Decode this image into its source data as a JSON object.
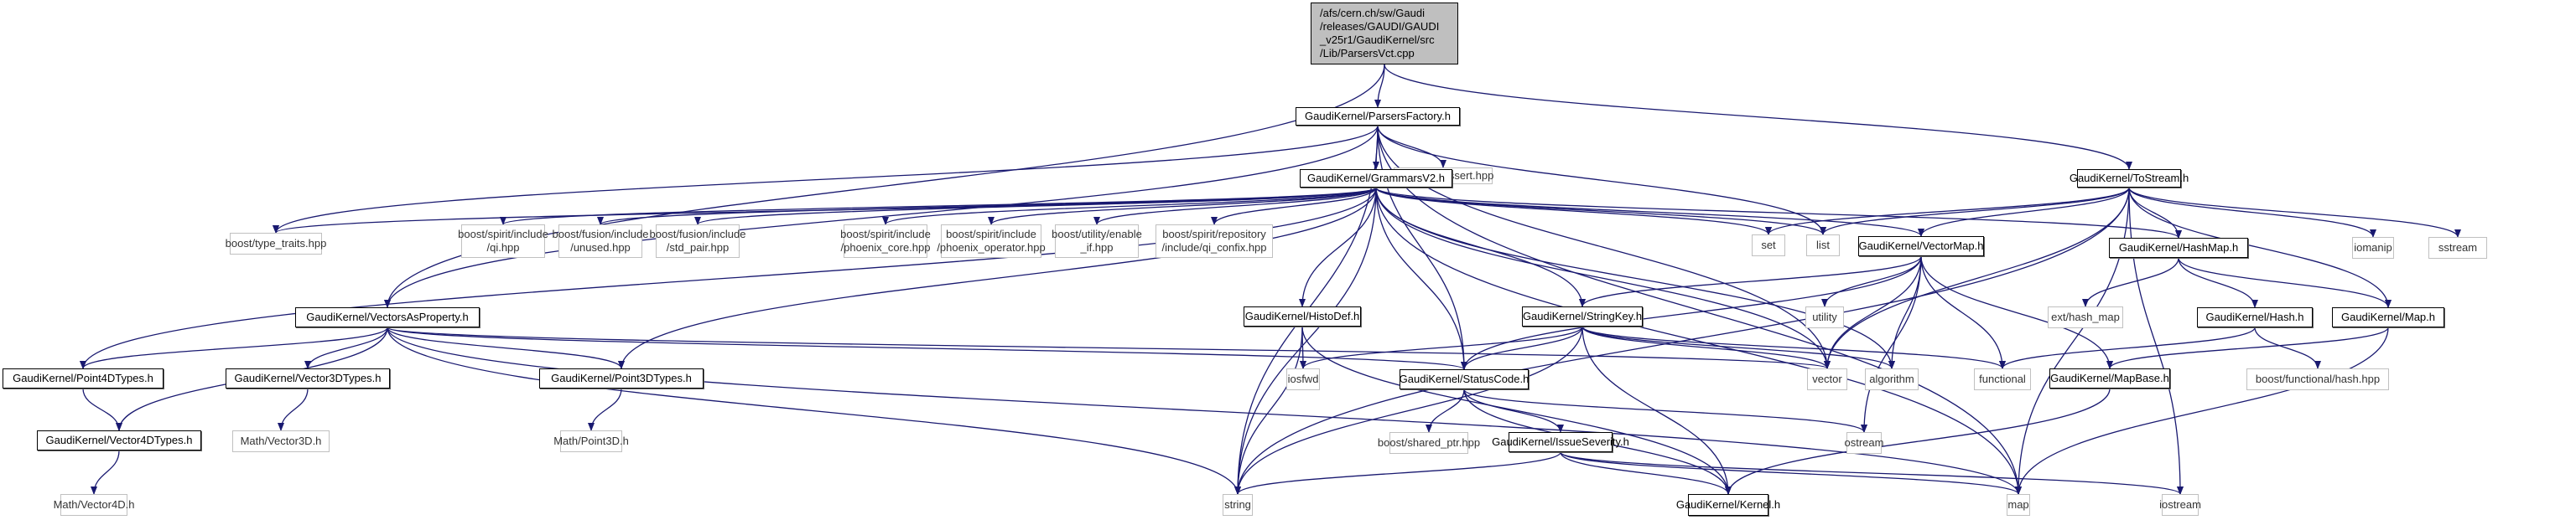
{
  "diagram": {
    "type": "include-dependency-graph",
    "edge_color": "#191970",
    "nodes": [
      {
        "id": "root",
        "label": "/afs/cern.ch/sw/Gaudi\n/releases/GAUDI/GAUDI\n_v25r1/GaudiKernel/src\n/Lib/ParsersVct.cpp",
        "kind": "root"
      },
      {
        "id": "parsersfactory",
        "label": "GaudiKernel/ParsersFactory.h",
        "kind": "internal"
      },
      {
        "id": "tostream",
        "label": "GaudiKernel/ToStream.h",
        "kind": "internal"
      },
      {
        "id": "mplassert",
        "label": "boost/mpl/assert.hpp",
        "kind": "external"
      },
      {
        "id": "grammarsv2",
        "label": "GaudiKernel/GrammarsV2.h",
        "kind": "internal"
      },
      {
        "id": "typetraits",
        "label": "boost/type_traits.hpp",
        "kind": "external"
      },
      {
        "id": "qi",
        "label": "boost/spirit/include\n/qi.hpp",
        "kind": "external"
      },
      {
        "id": "unused",
        "label": "boost/fusion/include\n/unused.hpp",
        "kind": "external"
      },
      {
        "id": "stdpair",
        "label": "boost/fusion/include\n/std_pair.hpp",
        "kind": "external"
      },
      {
        "id": "phoenixcore",
        "label": "boost/spirit/include\n/phoenix_core.hpp",
        "kind": "external"
      },
      {
        "id": "phoenixop",
        "label": "boost/spirit/include\n/phoenix_operator.hpp",
        "kind": "external"
      },
      {
        "id": "enableif",
        "label": "boost/utility/enable\n_if.hpp",
        "kind": "external"
      },
      {
        "id": "qiconfix",
        "label": "boost/spirit/repository\n/include/qi_confix.hpp",
        "kind": "external"
      },
      {
        "id": "set",
        "label": "set",
        "kind": "external"
      },
      {
        "id": "list",
        "label": "list",
        "kind": "external"
      },
      {
        "id": "vectormap",
        "label": "GaudiKernel/VectorMap.h",
        "kind": "internal"
      },
      {
        "id": "hashmap",
        "label": "GaudiKernel/HashMap.h",
        "kind": "internal"
      },
      {
        "id": "iomanip",
        "label": "iomanip",
        "kind": "external"
      },
      {
        "id": "sstream",
        "label": "sstream",
        "kind": "external"
      },
      {
        "id": "vectorsasproperty",
        "label": "GaudiKernel/VectorsAsProperty.h",
        "kind": "internal"
      },
      {
        "id": "histodef",
        "label": "GaudiKernel/HistoDef.h",
        "kind": "internal"
      },
      {
        "id": "stringkey",
        "label": "GaudiKernel/StringKey.h",
        "kind": "internal"
      },
      {
        "id": "utility",
        "label": "utility",
        "kind": "external"
      },
      {
        "id": "exthashmap",
        "label": "ext/hash_map",
        "kind": "external"
      },
      {
        "id": "hash",
        "label": "GaudiKernel/Hash.h",
        "kind": "internal"
      },
      {
        "id": "map_h",
        "label": "GaudiKernel/Map.h",
        "kind": "internal"
      },
      {
        "id": "point4d",
        "label": "GaudiKernel/Point4DTypes.h",
        "kind": "internal"
      },
      {
        "id": "vector3d",
        "label": "GaudiKernel/Vector3DTypes.h",
        "kind": "internal"
      },
      {
        "id": "point3d",
        "label": "GaudiKernel/Point3DTypes.h",
        "kind": "internal"
      },
      {
        "id": "iosfwd",
        "label": "iosfwd",
        "kind": "external"
      },
      {
        "id": "statuscode",
        "label": "GaudiKernel/StatusCode.h",
        "kind": "internal"
      },
      {
        "id": "vector",
        "label": "vector",
        "kind": "external"
      },
      {
        "id": "algorithm",
        "label": "algorithm",
        "kind": "external"
      },
      {
        "id": "functional",
        "label": "functional",
        "kind": "external"
      },
      {
        "id": "mapbase",
        "label": "GaudiKernel/MapBase.h",
        "kind": "internal"
      },
      {
        "id": "boosthash",
        "label": "boost/functional/hash.hpp",
        "kind": "external"
      },
      {
        "id": "vector4d",
        "label": "GaudiKernel/Vector4DTypes.h",
        "kind": "internal"
      },
      {
        "id": "mathvector3d",
        "label": "Math/Vector3D.h",
        "kind": "external"
      },
      {
        "id": "mathpoint3d",
        "label": "Math/Point3D.h",
        "kind": "external"
      },
      {
        "id": "sharedptr",
        "label": "boost/shared_ptr.hpp",
        "kind": "external"
      },
      {
        "id": "issueseverity",
        "label": "GaudiKernel/IssueSeverity.h",
        "kind": "internal"
      },
      {
        "id": "ostream",
        "label": "ostream",
        "kind": "external"
      },
      {
        "id": "mathvector4d",
        "label": "Math/Vector4D.h",
        "kind": "external"
      },
      {
        "id": "string",
        "label": "string",
        "kind": "external"
      },
      {
        "id": "kernel",
        "label": "GaudiKernel/Kernel.h",
        "kind": "internal"
      },
      {
        "id": "map",
        "label": "map",
        "kind": "external"
      },
      {
        "id": "iostream",
        "label": "iostream",
        "kind": "external"
      }
    ],
    "edges": [
      [
        "root",
        "parsersfactory"
      ],
      [
        "root",
        "tostream"
      ],
      [
        "root",
        "vectorsasproperty"
      ],
      [
        "parsersfactory",
        "grammarsv2"
      ],
      [
        "parsersfactory",
        "mplassert"
      ],
      [
        "parsersfactory",
        "typetraits"
      ],
      [
        "parsersfactory",
        "vectorsasproperty"
      ],
      [
        "parsersfactory",
        "statuscode"
      ],
      [
        "parsersfactory",
        "vector"
      ],
      [
        "parsersfactory",
        "map"
      ],
      [
        "parsersfactory",
        "string"
      ],
      [
        "parsersfactory",
        "list"
      ],
      [
        "grammarsv2",
        "typetraits"
      ],
      [
        "grammarsv2",
        "qi"
      ],
      [
        "grammarsv2",
        "unused"
      ],
      [
        "grammarsv2",
        "stdpair"
      ],
      [
        "grammarsv2",
        "phoenixcore"
      ],
      [
        "grammarsv2",
        "phoenixop"
      ],
      [
        "grammarsv2",
        "enableif"
      ],
      [
        "grammarsv2",
        "qiconfix"
      ],
      [
        "grammarsv2",
        "set"
      ],
      [
        "grammarsv2",
        "list"
      ],
      [
        "grammarsv2",
        "vectormap"
      ],
      [
        "grammarsv2",
        "hashmap"
      ],
      [
        "grammarsv2",
        "histodef"
      ],
      [
        "grammarsv2",
        "stringkey"
      ],
      [
        "grammarsv2",
        "statuscode"
      ],
      [
        "grammarsv2",
        "vector"
      ],
      [
        "grammarsv2",
        "map"
      ],
      [
        "grammarsv2",
        "string"
      ],
      [
        "grammarsv2",
        "point4d"
      ],
      [
        "grammarsv2",
        "point3d"
      ],
      [
        "grammarsv2",
        "algorithm"
      ],
      [
        "tostream",
        "set"
      ],
      [
        "tostream",
        "list"
      ],
      [
        "tostream",
        "vectormap"
      ],
      [
        "tostream",
        "hashmap"
      ],
      [
        "tostream",
        "iomanip"
      ],
      [
        "tostream",
        "sstream"
      ],
      [
        "tostream",
        "vector"
      ],
      [
        "tostream",
        "map_h"
      ],
      [
        "tostream",
        "map"
      ],
      [
        "tostream",
        "string"
      ],
      [
        "tostream",
        "iostream"
      ],
      [
        "vectormap",
        "utility"
      ],
      [
        "vectormap",
        "vector"
      ],
      [
        "vectormap",
        "algorithm"
      ],
      [
        "vectormap",
        "functional"
      ],
      [
        "vectormap",
        "ostream"
      ],
      [
        "vectormap",
        "statuscode"
      ],
      [
        "vectormap",
        "stringkey"
      ],
      [
        "vectormap",
        "mapbase"
      ],
      [
        "hashmap",
        "exthashmap"
      ],
      [
        "hashmap",
        "hash"
      ],
      [
        "hashmap",
        "map_h"
      ],
      [
        "hash",
        "functional"
      ],
      [
        "hash",
        "boosthash"
      ],
      [
        "map_h",
        "mapbase"
      ],
      [
        "map_h",
        "map"
      ],
      [
        "mapbase",
        "kernel"
      ],
      [
        "vectorsasproperty",
        "point4d"
      ],
      [
        "vectorsasproperty",
        "vector3d"
      ],
      [
        "vectorsasproperty",
        "point3d"
      ],
      [
        "vectorsasproperty",
        "vector4d"
      ],
      [
        "vectorsasproperty",
        "statuscode"
      ],
      [
        "vectorsasproperty",
        "vector"
      ],
      [
        "vectorsasproperty",
        "string"
      ],
      [
        "vectorsasproperty",
        "map"
      ],
      [
        "point4d",
        "vector4d"
      ],
      [
        "vector3d",
        "mathvector3d"
      ],
      [
        "point3d",
        "mathpoint3d"
      ],
      [
        "vector4d",
        "mathvector4d"
      ],
      [
        "histodef",
        "iosfwd"
      ],
      [
        "histodef",
        "string"
      ],
      [
        "histodef",
        "kernel"
      ],
      [
        "stringkey",
        "iosfwd"
      ],
      [
        "stringkey",
        "statuscode"
      ],
      [
        "stringkey",
        "vector"
      ],
      [
        "stringkey",
        "algorithm"
      ],
      [
        "stringkey",
        "functional"
      ],
      [
        "stringkey",
        "string"
      ],
      [
        "stringkey",
        "kernel"
      ],
      [
        "statuscode",
        "sharedptr"
      ],
      [
        "statuscode",
        "issueseverity"
      ],
      [
        "statuscode",
        "ostream"
      ],
      [
        "statuscode",
        "kernel"
      ],
      [
        "issueseverity",
        "kernel"
      ],
      [
        "issueseverity",
        "string"
      ],
      [
        "issueseverity",
        "map"
      ],
      [
        "issueseverity",
        "iostream"
      ]
    ]
  }
}
